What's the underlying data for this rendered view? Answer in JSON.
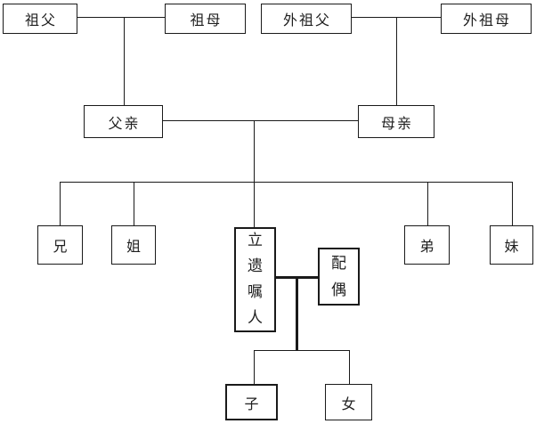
{
  "diagram": {
    "type": "family-tree-flowchart",
    "colors": {
      "background": "#ffffff",
      "line": "#1a1a1a",
      "box_border": "#1a1a1a",
      "text": "#1f1f1f"
    },
    "nodes": {
      "paternal_grandfather": {
        "label": "祖父"
      },
      "paternal_grandmother": {
        "label": "祖母"
      },
      "maternal_grandfather": {
        "label": "外祖父"
      },
      "maternal_grandmother": {
        "label": "外祖母"
      },
      "father": {
        "label": "父亲"
      },
      "mother": {
        "label": "母亲"
      },
      "elder_brother": {
        "label": "兄"
      },
      "elder_sister": {
        "label": "姐"
      },
      "testator": {
        "label": "立遗嘱人"
      },
      "spouse": {
        "label": "配偶"
      },
      "younger_brother": {
        "label": "弟"
      },
      "younger_sister": {
        "label": "妹"
      },
      "son": {
        "label": "子"
      },
      "daughter": {
        "label": "女"
      }
    },
    "edges": [
      {
        "from": "paternal_grandfather",
        "to": "paternal_grandmother",
        "type": "marriage"
      },
      {
        "from": "paternal_grandparents",
        "to": "father",
        "type": "parent-child"
      },
      {
        "from": "maternal_grandfather",
        "to": "maternal_grandmother",
        "type": "marriage"
      },
      {
        "from": "maternal_grandparents",
        "to": "mother",
        "type": "parent-child"
      },
      {
        "from": "father",
        "to": "mother",
        "type": "marriage"
      },
      {
        "from": "parents",
        "to": "elder_brother",
        "type": "parent-child"
      },
      {
        "from": "parents",
        "to": "elder_sister",
        "type": "parent-child"
      },
      {
        "from": "parents",
        "to": "testator",
        "type": "parent-child"
      },
      {
        "from": "parents",
        "to": "younger_brother",
        "type": "parent-child"
      },
      {
        "from": "parents",
        "to": "younger_sister",
        "type": "parent-child"
      },
      {
        "from": "testator",
        "to": "spouse",
        "type": "marriage"
      },
      {
        "from": "testator_couple",
        "to": "son",
        "type": "parent-child"
      },
      {
        "from": "testator_couple",
        "to": "daughter",
        "type": "parent-child"
      }
    ]
  }
}
